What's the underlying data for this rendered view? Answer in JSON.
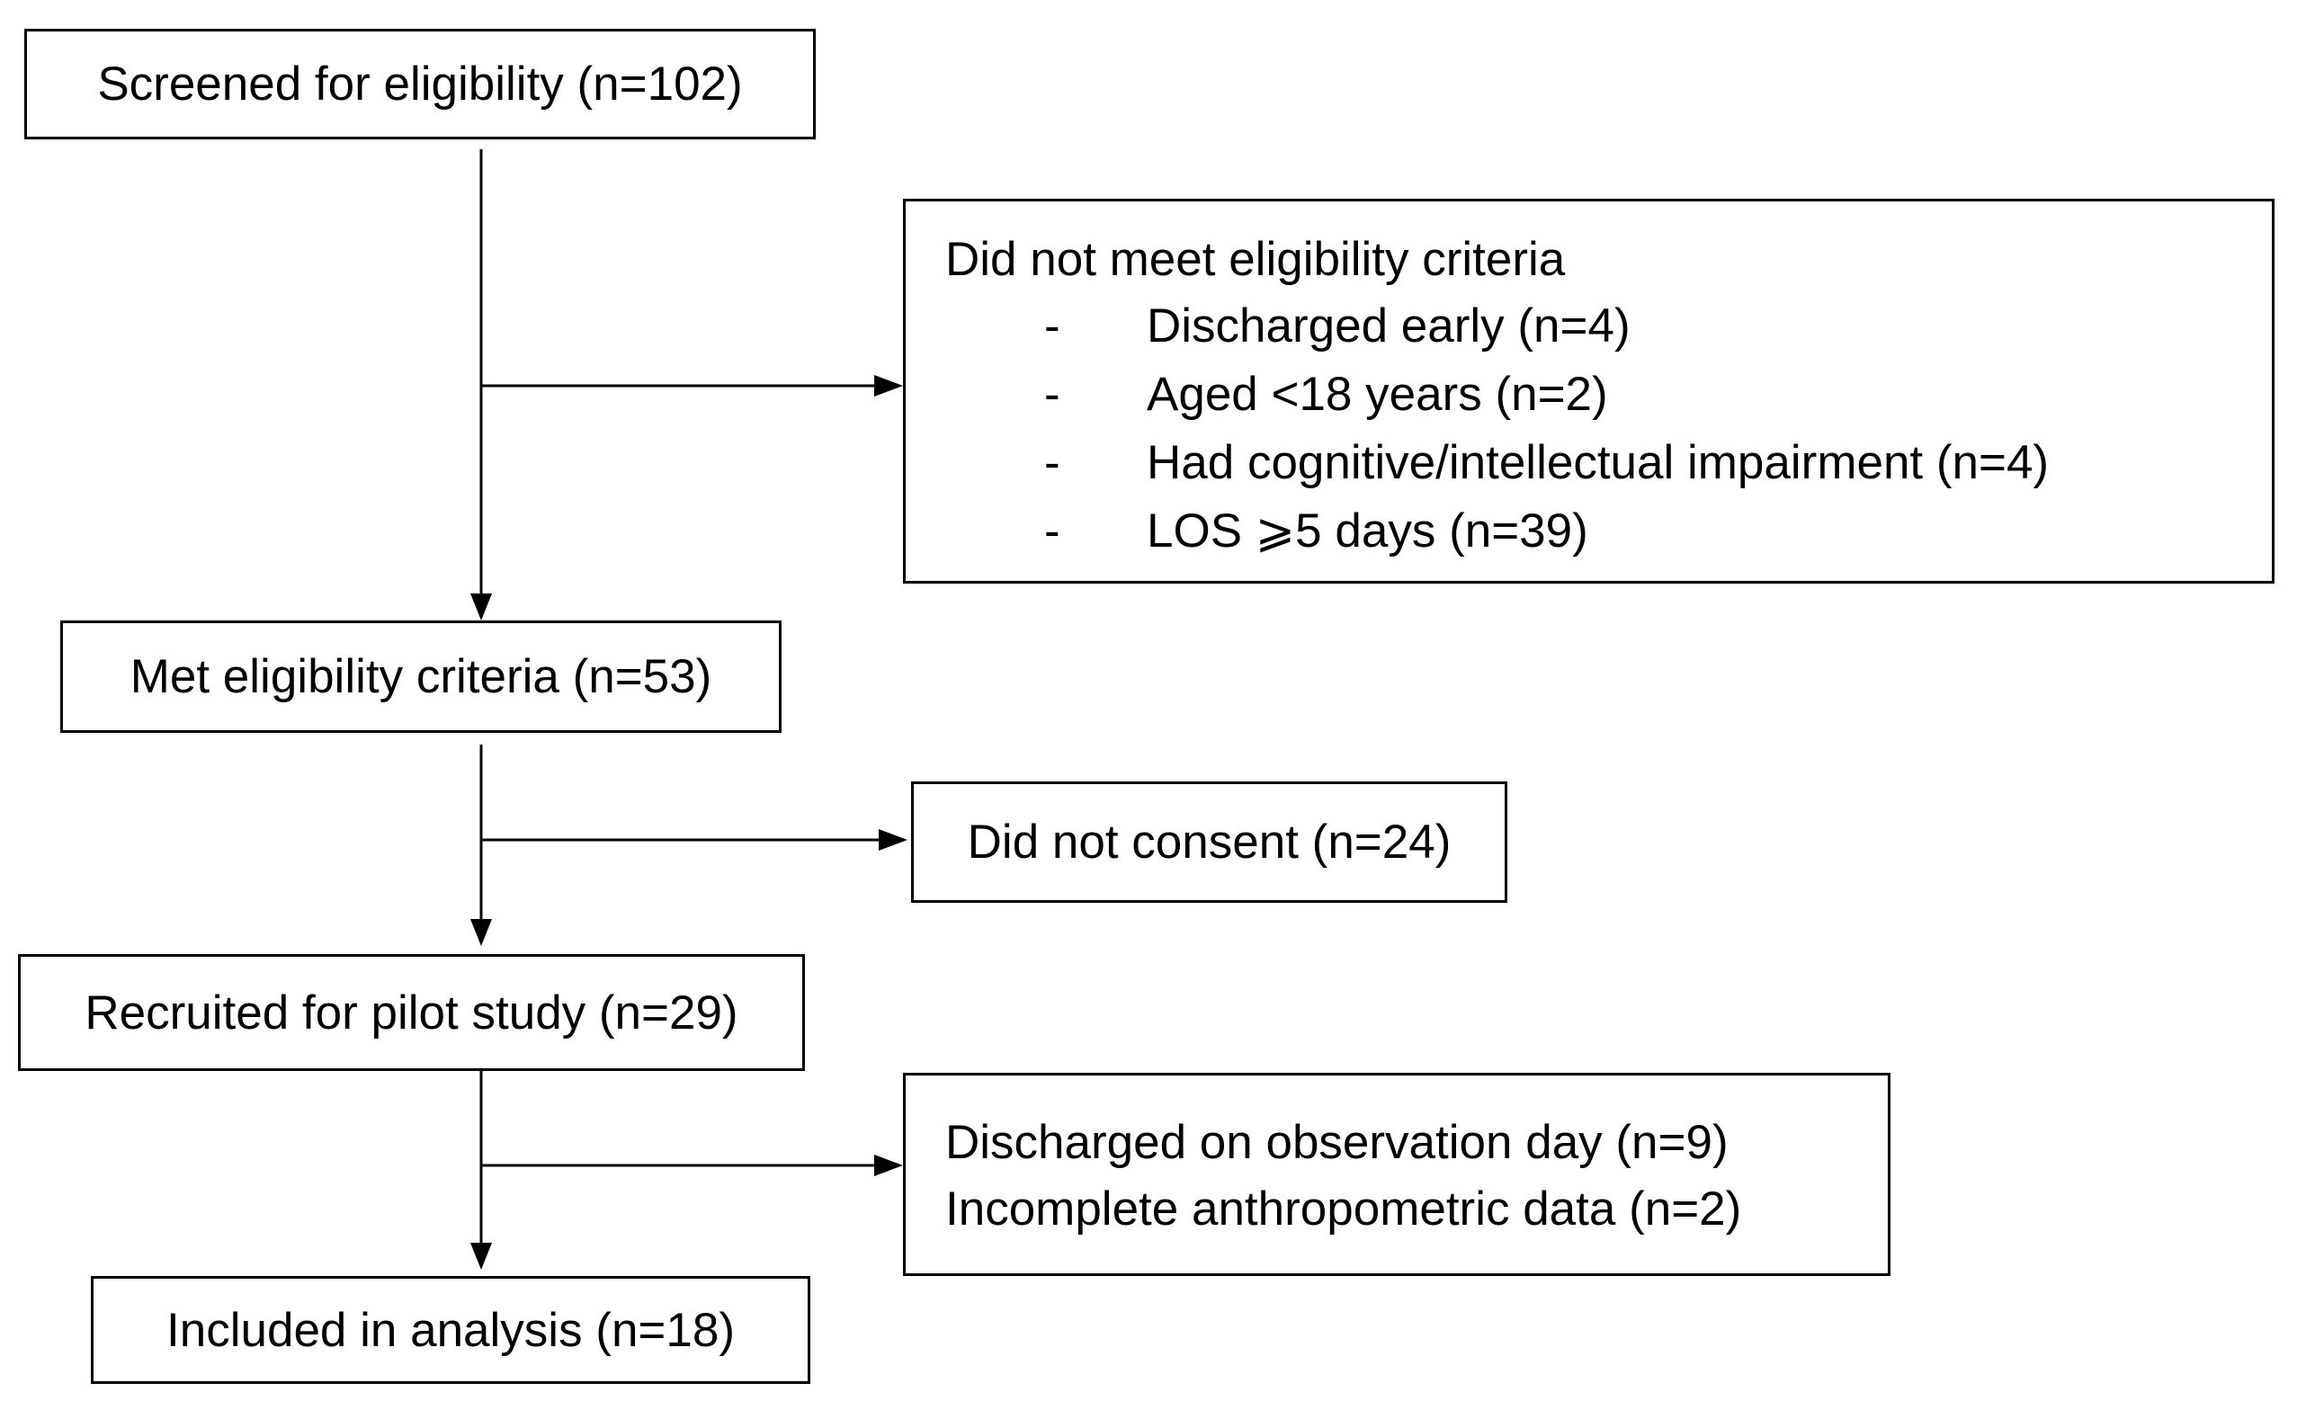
{
  "flowchart": {
    "screened": "Screened for eligibility (n=102)",
    "excluded_eligibility": {
      "heading": "Did not meet eligibility criteria",
      "items": [
        {
          "bullet": "-",
          "text": "Discharged early (n=4)"
        },
        {
          "bullet": "-",
          "text": "Aged <18 years (n=2)"
        },
        {
          "bullet": "-",
          "text": "Had cognitive/intellectual impairment (n=4)"
        },
        {
          "bullet": "-",
          "text": "LOS ⩾5 days (n=39)"
        }
      ]
    },
    "met_eligibility": "Met eligibility criteria (n=53)",
    "did_not_consent": "Did not consent (n=24)",
    "recruited": "Recruited for pilot study (n=29)",
    "excluded_analysis": {
      "lines": [
        "Discharged on observation day (n=9)",
        "Incomplete anthropometric data (n=2)"
      ]
    },
    "included": "Included in analysis (n=18)"
  },
  "colors": {
    "line": "#000000",
    "box_border": "#000000",
    "background": "#ffffff"
  }
}
